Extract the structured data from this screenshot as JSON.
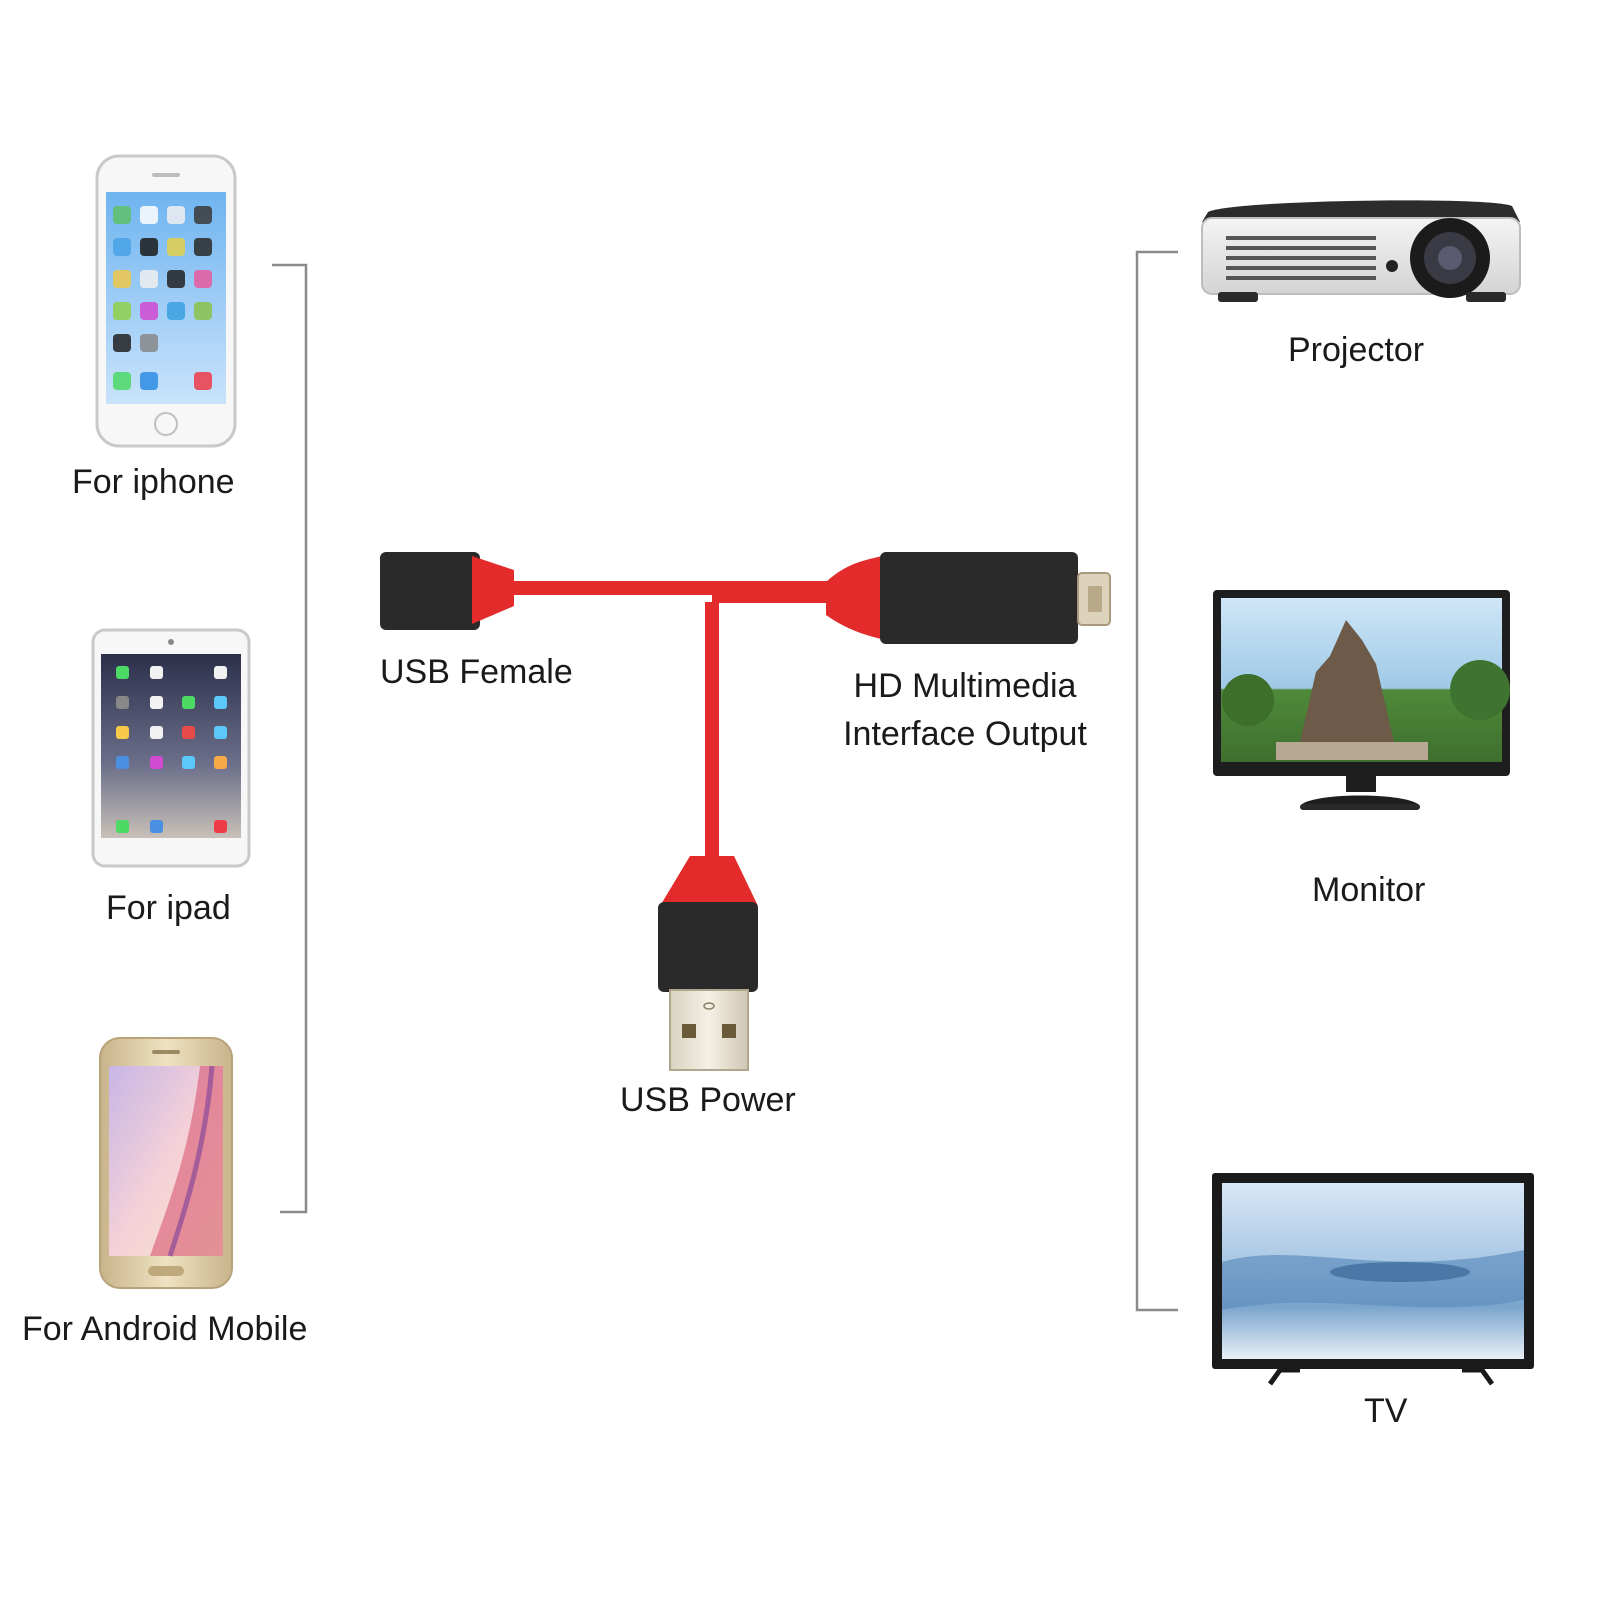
{
  "colors": {
    "cable_red": "#e32b2b",
    "connector_black": "#2a2a2a",
    "bracket_gray": "#8a8a8a",
    "text": "#1a1a1a"
  },
  "sources": {
    "iphone_label": "For iphone",
    "ipad_label": "For ipad",
    "android_label": "For Android Mobile"
  },
  "cable": {
    "usb_female_label": "USB Female",
    "hdmi_output_line1": "HD Multimedia",
    "hdmi_output_line2": "Interface Output",
    "usb_power_label": "USB Power"
  },
  "displays": {
    "projector_label": "Projector",
    "monitor_label": "Monitor",
    "tv_label": "TV"
  }
}
